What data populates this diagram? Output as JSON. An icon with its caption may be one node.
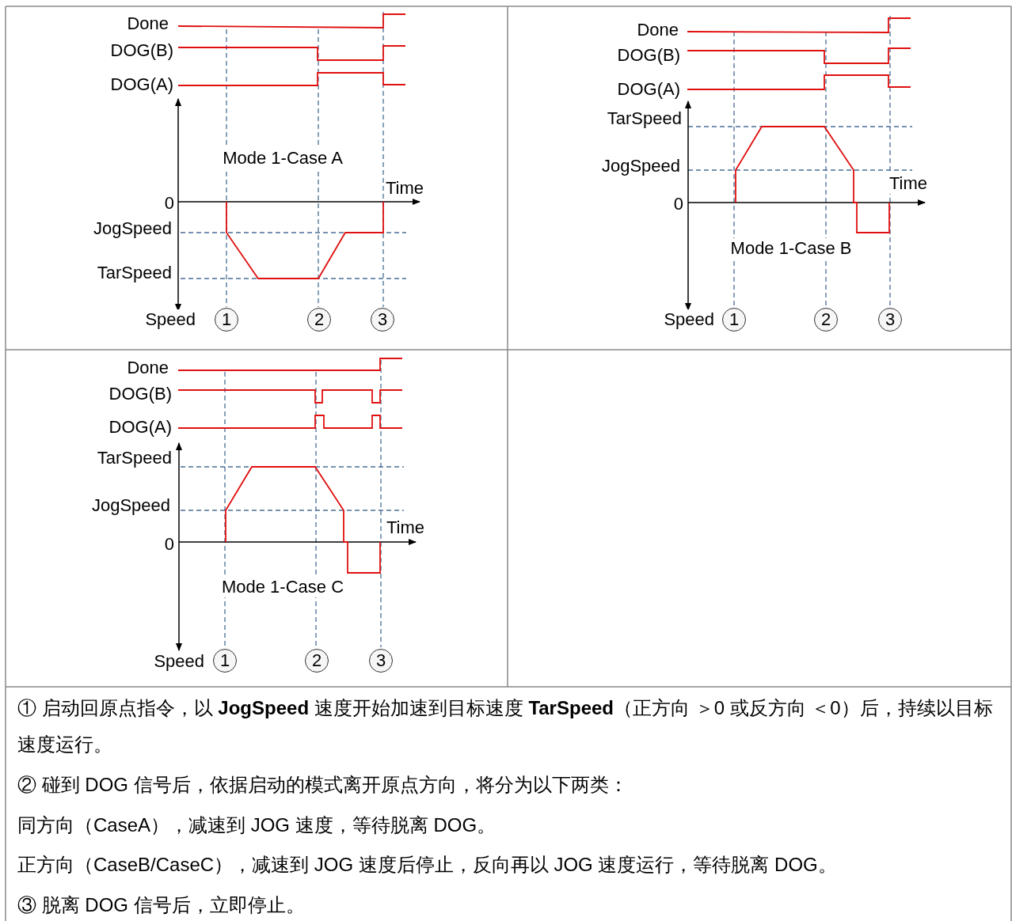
{
  "diagram": {
    "nodes": [
      {
        "text": [
          "1"
        ]
      },
      {
        "text": [
          "2"
        ]
      },
      {
        "text": [
          "3"
        ]
      },
      {
        "text": [
          "1"
        ]
      },
      {
        "text": [
          "2"
        ]
      },
      {
        "text": [
          "3"
        ]
      },
      {
        "text": [
          "1"
        ]
      },
      {
        "text": [
          "2"
        ]
      },
      {
        "text": [
          "3"
        ]
      }
    ],
    "labels": [
      "Done",
      "DOG(B)",
      "DOG(A)",
      "Mode 1-Case A",
      "Time",
      "0",
      "JogSpeed",
      "TarSpeed",
      "Speed",
      "Done",
      "DOG(B)",
      "DOG(A)",
      "TarSpeed",
      "JogSpeed",
      "Time",
      "0",
      "Mode 1-Case B",
      "Speed",
      "Done",
      "DOG(B)",
      "DOG(A)",
      "TarSpeed",
      "JogSpeed",
      "Time",
      "0",
      "Mode 1-Case C",
      "Speed",
      "① 启动回原点指令，以 **JogSpeed** 速度开始加速到目标速度 **TarSpeed**（正方向 ＞0 或反方向 ＜0）后，持续以目标速度运行。",
      "② 碰到 DOG 信号后，依据启动的模式离开原点方向，将分为以下两类：",
      "同方向（CaseA），减速到 JOG 速度，等待脱离 DOG。",
      "正方向（CaseB/CaseC），减速到 JOG 速度后停止，反向再以 JOG 速度运行，等待脱离 DOG。",
      "③ 脱离 DOG 信号后，立即停止。"
    ]
  }
}
